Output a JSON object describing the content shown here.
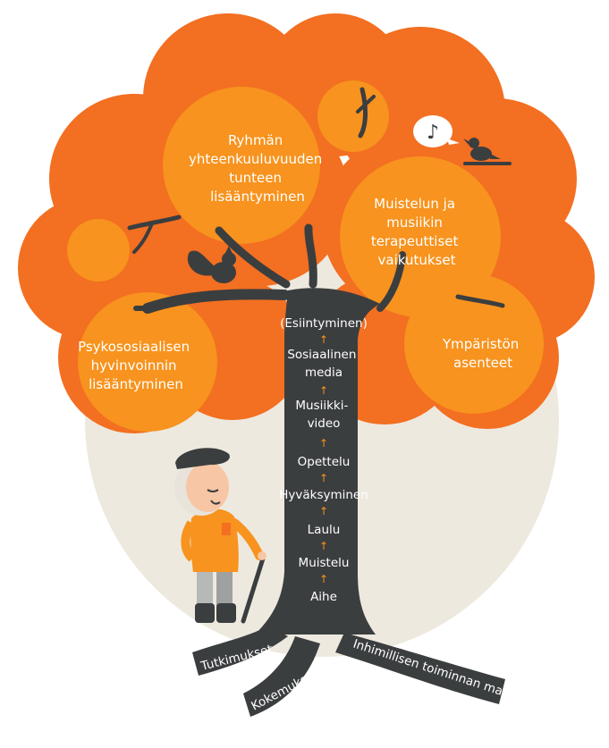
{
  "crown": {
    "group": [
      "Ryhmän",
      "yhteenkuuluvuuden",
      "tunteen",
      "lisääntyminen"
    ],
    "music": [
      "Muistelun ja",
      "musiikin",
      "terapeuttiset",
      "vaikutukset"
    ],
    "psycho": [
      "Psykososiaalisen",
      "hyvinvoinnin",
      "lisääntyminen"
    ],
    "environment": [
      "Ympäristön",
      "asenteet"
    ]
  },
  "trunk": {
    "steps": [
      [
        "(Esiintyminen)"
      ],
      [
        "Sosiaalinen",
        "media"
      ],
      [
        "Musiikki-",
        "video"
      ],
      [
        "Opettelu"
      ],
      [
        "Hyväksyminen"
      ],
      [
        "Laulu"
      ],
      [
        "Muistelu"
      ],
      [
        "Aihe"
      ]
    ],
    "arrow": "↑"
  },
  "roots": {
    "research": "Tutkimukset",
    "experiences": "Kokemukset",
    "model": "Inhimillisen toiminnan malli"
  },
  "music_note": "♪",
  "colors": {
    "foliage_dark": "#f36f21",
    "foliage_light": "#f7931e",
    "trunk": "#3b3e3f",
    "background_circle": "#ede9df",
    "arrow": "#f7931e"
  }
}
